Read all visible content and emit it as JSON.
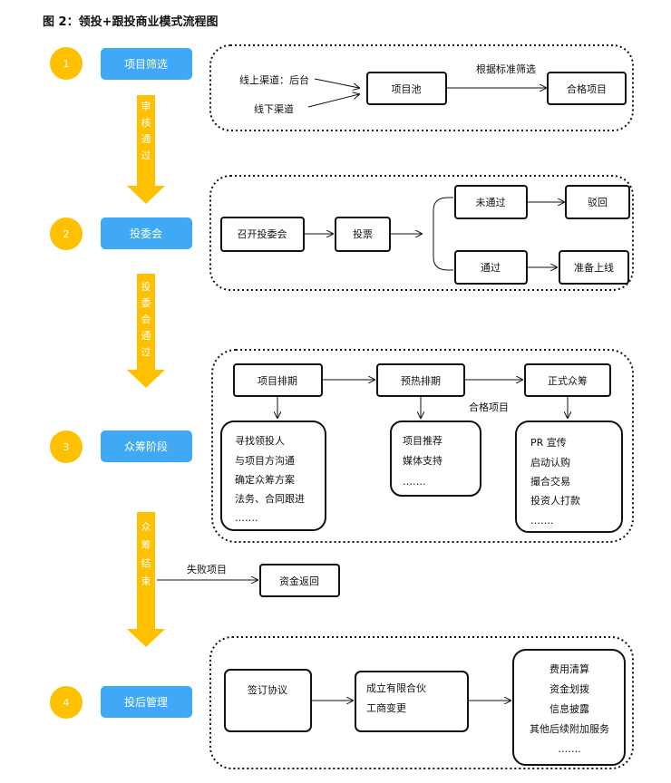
{
  "title": "图 2：领投+跟投商业模式流程图",
  "colors": {
    "stage_blue": "#3FA9F5",
    "step_yellow": "#FFC000",
    "arrow_yellow": "#FFC000"
  },
  "steps": [
    {
      "num": "1",
      "label": "项目筛选"
    },
    {
      "num": "2",
      "label": "投委会"
    },
    {
      "num": "3",
      "label": "众筹阶段"
    },
    {
      "num": "4",
      "label": "投后管理"
    }
  ],
  "transitions": [
    [
      "审",
      "核",
      "通",
      "过"
    ],
    [
      "投",
      "委",
      "会",
      "通",
      "过"
    ],
    [
      "众",
      "筹",
      "结",
      "束"
    ]
  ],
  "stage1": {
    "offline_backend": "线上渠道：后台",
    "offline": "线下渠道",
    "pool": "项目池",
    "filter_label": "根据标准筛选",
    "qualified": "合格项目"
  },
  "stage2": {
    "convene": "召开投委会",
    "vote": "投票",
    "not_passed": "未通过",
    "rejected": "驳回",
    "passed": "通过",
    "prepare": "准备上线"
  },
  "stage3": {
    "schedule": "项目排期",
    "preheat": "预热排期",
    "formal": "正式众筹",
    "qualified_label": "合格项目",
    "list1": [
      "寻找领投人",
      "与项目方沟通",
      "确定众筹方案",
      "法务、合同跟进",
      "……."
    ],
    "list2": [
      "项目推荐",
      "媒体支持",
      "……."
    ],
    "list3": [
      "PR 宣传",
      "启动认购",
      "撮合交易",
      "投资人打款",
      "……."
    ]
  },
  "fail": {
    "label": "失败项目",
    "refund": "资金返回"
  },
  "stage4": {
    "sign": "签订协议",
    "form1": "成立有限合伙",
    "form2": "工商变更",
    "services": [
      "费用清算",
      "资金划拨",
      "信息披露",
      "其他后续附加服务",
      "……."
    ]
  }
}
